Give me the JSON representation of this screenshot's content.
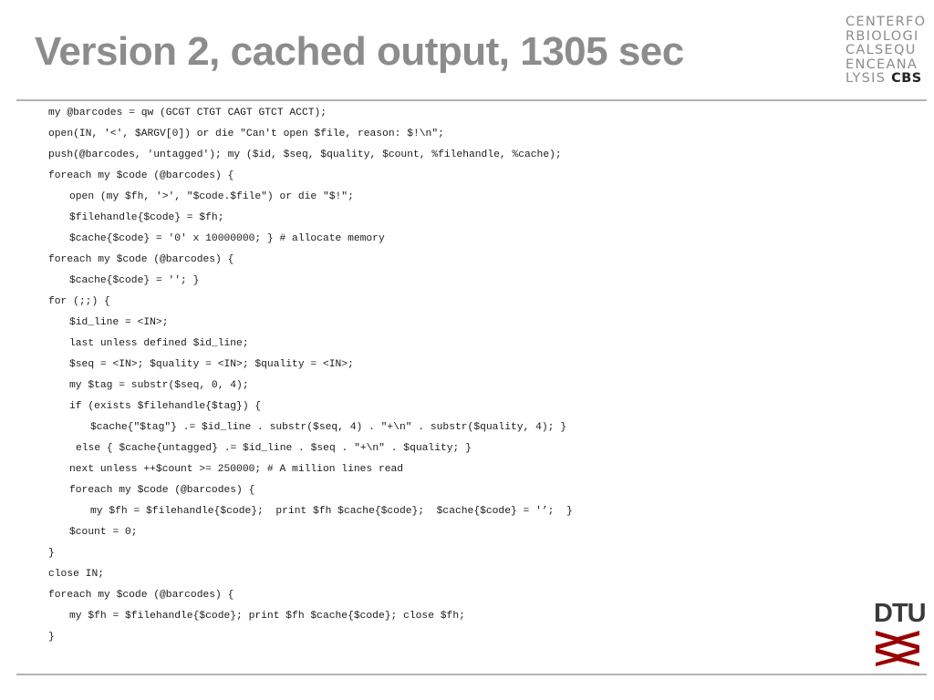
{
  "slide": {
    "title": "Version 2, cached output, 1305 sec"
  },
  "logo_cbs": {
    "lines": [
      "CENTERFO",
      "RBIOLOGI",
      "CALSEQU",
      "ENCEANA"
    ],
    "last_line_prefix": "LYSIS ",
    "last_line_bold": "CBS"
  },
  "logo_dtu": {
    "text": "DTU",
    "color": "#9a0000"
  },
  "code_lines": [
    "my @barcodes = qw (GCGT CTGT CAGT GTCT ACCT);",
    "open(IN, '<', $ARGV[0]) or die \"Can't open $file, reason: $!\\n\";",
    "push(@barcodes, 'untagged'); my ($id, $seq, $quality, $count, %filehandle, %cache);",
    "foreach my $code (@barcodes) {",
    "open (my $fh, '>', \"$code.$file\") or die \"$!\";",
    "$filehandle{$code} = $fh;",
    "$cache{$code} = '0' x 10000000; } # allocate memory",
    "foreach my $code (@barcodes) {",
    "$cache{$code} = ''; }",
    "for (;;) {",
    "$id_line = <IN>;",
    "last unless defined $id_line;",
    "$seq = <IN>; $quality = <IN>; $quality = <IN>;",
    "my $tag = substr($seq, 0, 4);",
    "if (exists $filehandle{$tag}) {",
    "$cache{\"$tag\"} .= $id_line . substr($seq, 4) . \"+\\n\" . substr($quality, 4); }",
    "else { $cache{untagged} .= $id_line . $seq . \"+\\n\" . $quality; }",
    "next unless ++$count >= 250000; # A million lines read",
    "foreach my $code (@barcodes) {",
    "my $fh = $filehandle{$code};  print $fh $cache{$code};  $cache{$code} = '’;  }",
    "$count = 0;",
    "}",
    "close IN;",
    "foreach my $code (@barcodes) {",
    "my $fh = $filehandle{$code}; print $fh $cache{$code}; close $fh;",
    "}"
  ]
}
